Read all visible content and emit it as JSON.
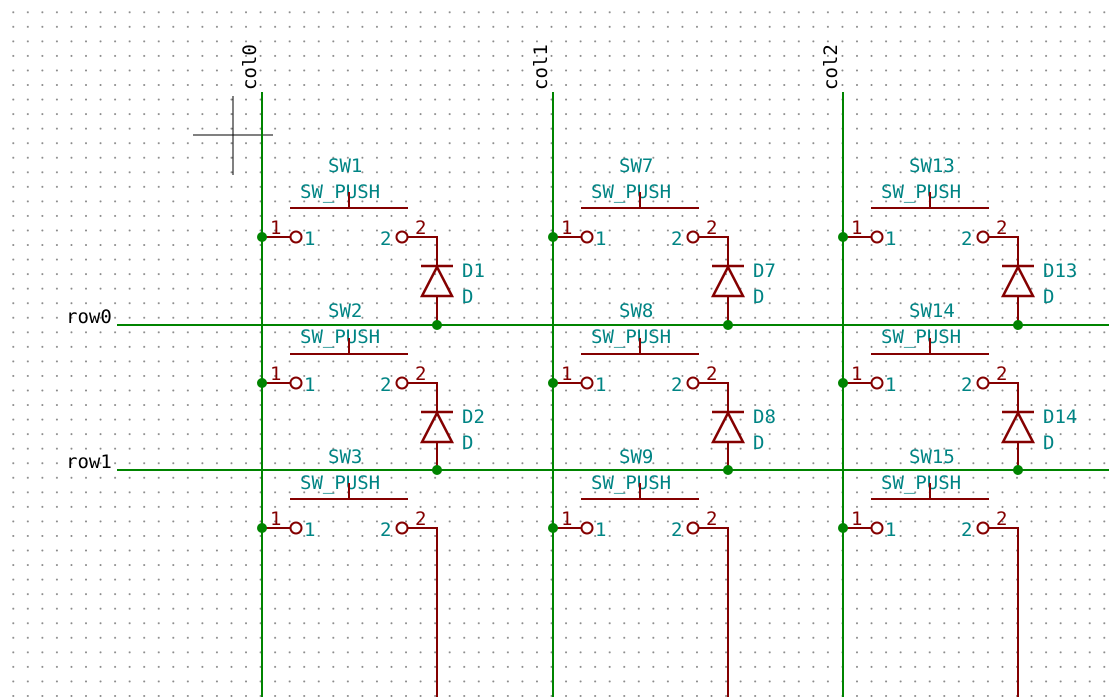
{
  "colors": {
    "wire": "#008400",
    "symbol": "#840000",
    "text": "#008484",
    "net": "#000000",
    "junction": "#008400"
  },
  "nets": {
    "cols": [
      "col0",
      "col1",
      "col2"
    ],
    "rows": [
      "row0",
      "row1"
    ]
  },
  "grid": [
    [
      {
        "sw_ref": "SW1",
        "sw_value": "SW_PUSH",
        "pin1_num": "1",
        "pin1_name": "1",
        "pin2_num": "2",
        "pin2_name": "2",
        "d_ref": "D1",
        "d_value": "D"
      },
      {
        "sw_ref": "SW7",
        "sw_value": "SW_PUSH",
        "pin1_num": "1",
        "pin1_name": "1",
        "pin2_num": "2",
        "pin2_name": "2",
        "d_ref": "D7",
        "d_value": "D"
      },
      {
        "sw_ref": "SW13",
        "sw_value": "SW_PUSH",
        "pin1_num": "1",
        "pin1_name": "1",
        "pin2_num": "2",
        "pin2_name": "2",
        "d_ref": "D13",
        "d_value": "D"
      }
    ],
    [
      {
        "sw_ref": "SW2",
        "sw_value": "SW_PUSH",
        "pin1_num": "1",
        "pin1_name": "1",
        "pin2_num": "2",
        "pin2_name": "2",
        "d_ref": "D2",
        "d_value": "D"
      },
      {
        "sw_ref": "SW8",
        "sw_value": "SW_PUSH",
        "pin1_num": "1",
        "pin1_name": "1",
        "pin2_num": "2",
        "pin2_name": "2",
        "d_ref": "D8",
        "d_value": "D"
      },
      {
        "sw_ref": "SW14",
        "sw_value": "SW_PUSH",
        "pin1_num": "1",
        "pin1_name": "1",
        "pin2_num": "2",
        "pin2_name": "2",
        "d_ref": "D14",
        "d_value": "D"
      }
    ],
    [
      {
        "sw_ref": "SW3",
        "sw_value": "SW_PUSH",
        "pin1_num": "1",
        "pin1_name": "1",
        "pin2_num": "2",
        "pin2_name": "2"
      },
      {
        "sw_ref": "SW9",
        "sw_value": "SW_PUSH",
        "pin1_num": "1",
        "pin1_name": "1",
        "pin2_num": "2",
        "pin2_name": "2"
      },
      {
        "sw_ref": "SW15",
        "sw_value": "SW_PUSH",
        "pin1_num": "1",
        "pin1_name": "1",
        "pin2_num": "2",
        "pin2_name": "2"
      }
    ]
  ]
}
